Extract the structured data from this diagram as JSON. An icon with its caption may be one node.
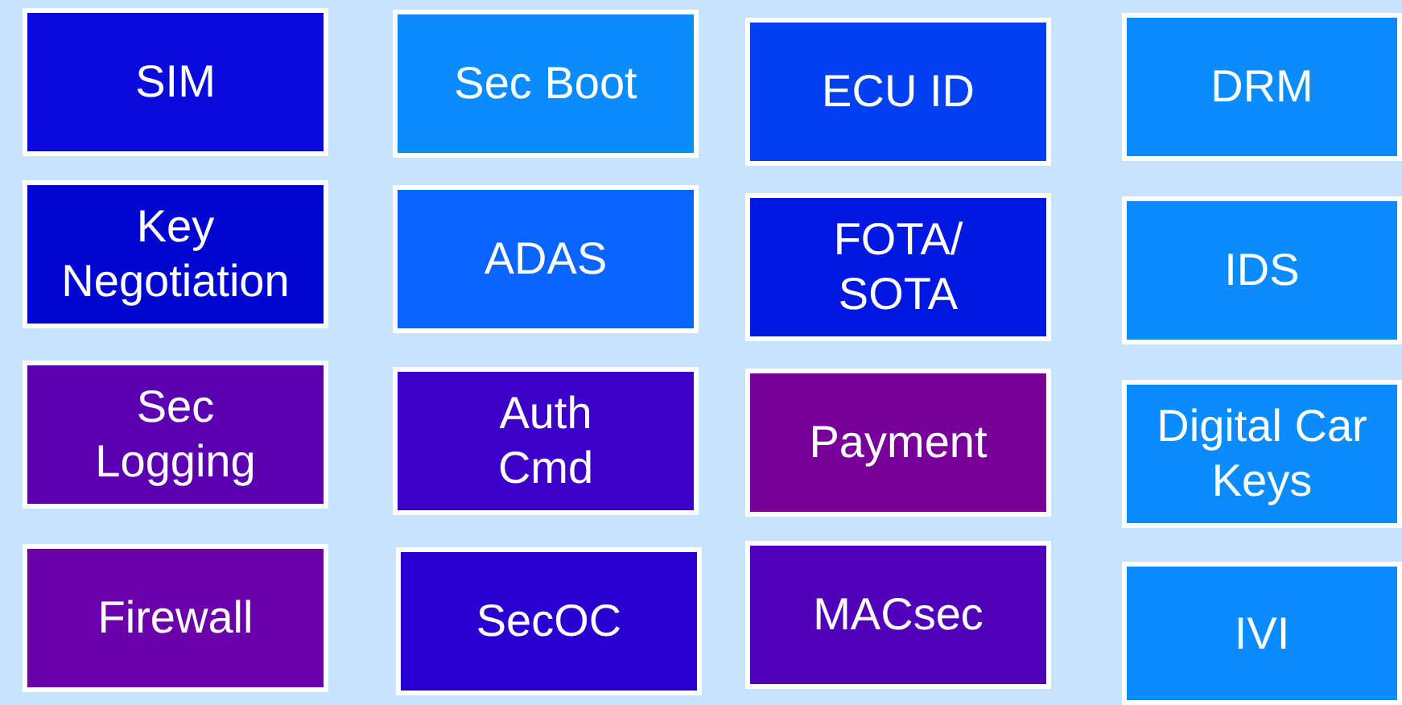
{
  "diagram": {
    "nodes": [
      {
        "text": [
          "SIM"
        ]
      },
      {
        "text": [
          "Sec Boot"
        ]
      },
      {
        "text": [
          "ECU ID"
        ]
      },
      {
        "text": [
          "DRM"
        ]
      },
      {
        "text": [
          "Key Negotiation"
        ]
      },
      {
        "text": [
          "ADAS"
        ]
      },
      {
        "text": [
          "FOTA/ SOTA"
        ]
      },
      {
        "text": [
          "IDS"
        ]
      },
      {
        "text": [
          "Sec Logging"
        ]
      },
      {
        "text": [
          "Auth Cmd"
        ]
      },
      {
        "text": [
          "Payment"
        ]
      },
      {
        "text": [
          "Digital Car Keys"
        ]
      },
      {
        "text": [
          "Firewall"
        ]
      },
      {
        "text": [
          "SecOC"
        ]
      },
      {
        "text": [
          "MACsec"
        ]
      },
      {
        "text": [
          "IVI"
        ]
      }
    ]
  }
}
